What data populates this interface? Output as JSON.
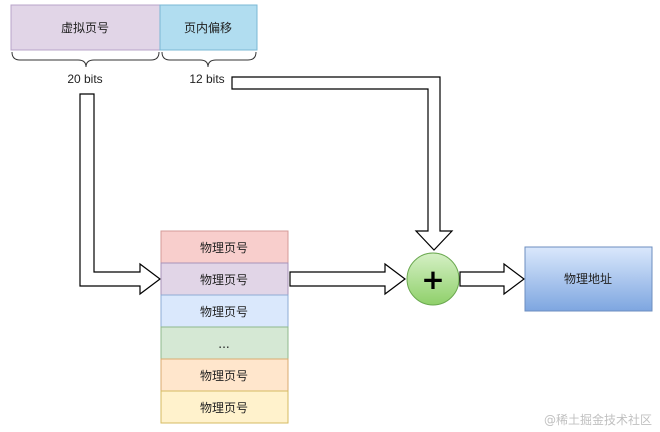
{
  "virtual_address": {
    "page_number": "虚拟页号",
    "page_offset": "页内偏移",
    "page_number_bits": "20 bits",
    "page_offset_bits": "12 bits"
  },
  "page_table": {
    "rows": [
      {
        "label": "物理页号",
        "fill": "#f8cecc",
        "stroke": "#d59b98"
      },
      {
        "label": "物理页号",
        "fill": "#e1d5e7",
        "stroke": "#a893b8"
      },
      {
        "label": "物理页号",
        "fill": "#dae8fc",
        "stroke": "#8eabd4"
      },
      {
        "label": "...",
        "fill": "#d5e8d4",
        "stroke": "#8fb98c"
      },
      {
        "label": "物理页号",
        "fill": "#ffe6cc",
        "stroke": "#d9ab6f"
      },
      {
        "label": "物理页号",
        "fill": "#fff2cc",
        "stroke": "#d6bb62"
      }
    ]
  },
  "adder_symbol": "+",
  "result": {
    "label": "物理地址"
  },
  "watermark": "@稀土掘金技术社区",
  "colors": {
    "page_number_fill": "#e1d5e7",
    "page_offset_fill": "#b1ddf0",
    "adder_fill": "#9ed97a",
    "result_fill": "#7ea6e0"
  }
}
